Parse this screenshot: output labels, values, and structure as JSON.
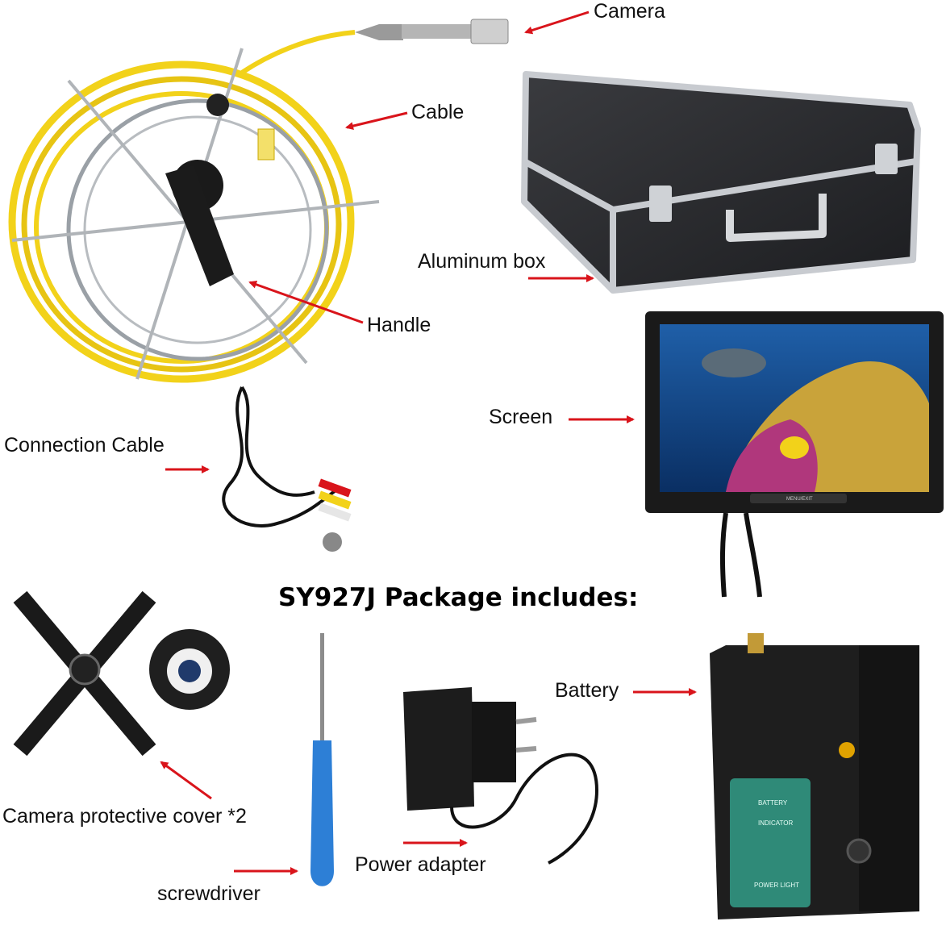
{
  "title": "SY927J Package includes:",
  "labels": {
    "camera": "Camera",
    "cable": "Cable",
    "aluminum_box": "Aluminum box",
    "handle": "Handle",
    "screen": "Screen",
    "connection_cable": "Connection Cable",
    "battery": "Battery",
    "protective_cover": "Camera protective cover *2",
    "power_adapter": "Power adapter",
    "screwdriver": "screwdriver"
  },
  "battery_panel": {
    "battery": "BATTERY",
    "indicator": "INDICATOR",
    "power_light": "POWER LIGHT"
  },
  "monitor_buttons": "MENU/EXIT",
  "colors": {
    "cable_yellow": "#f2d21a",
    "arrow_red": "#d9141b",
    "case_dark": "#2b2c2f",
    "case_trim": "#c8cbd0",
    "screwdriver_blue": "#2d7fd6",
    "battery_green": "#2f8a78"
  }
}
